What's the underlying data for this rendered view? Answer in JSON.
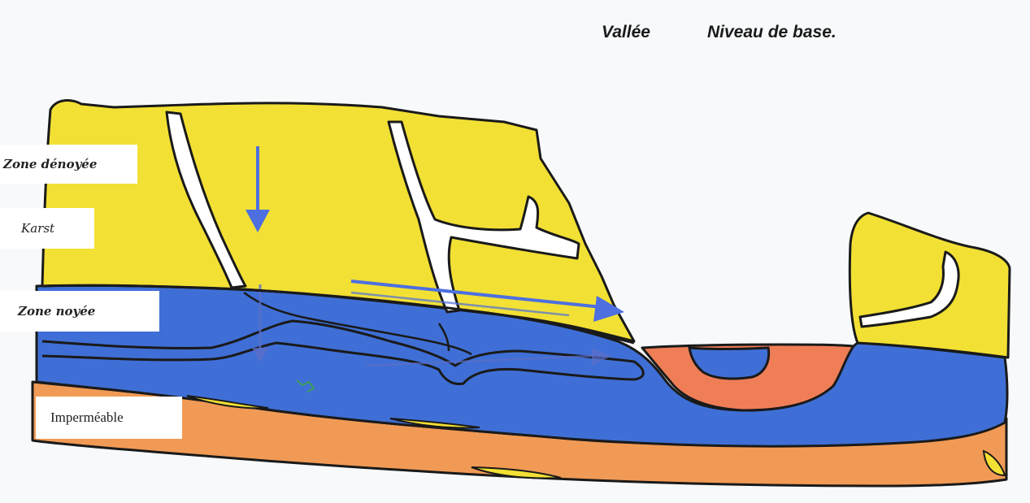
{
  "header": {
    "valley_label": "Vallée",
    "base_level_label": "Niveau de base."
  },
  "zones": {
    "unsaturated": "Zone dénoyée",
    "karst": "Karst",
    "saturated": "Zone noyée",
    "impermeable": "Imperméable"
  },
  "colors": {
    "limestone_yellow": "#f2e034",
    "water_blue": "#3f6fd6",
    "impermeable_orange": "#f19a55",
    "valley_salmon": "#ef7e57",
    "outline": "#1a1a1a",
    "flow_arrow": "#4d6fe0"
  }
}
